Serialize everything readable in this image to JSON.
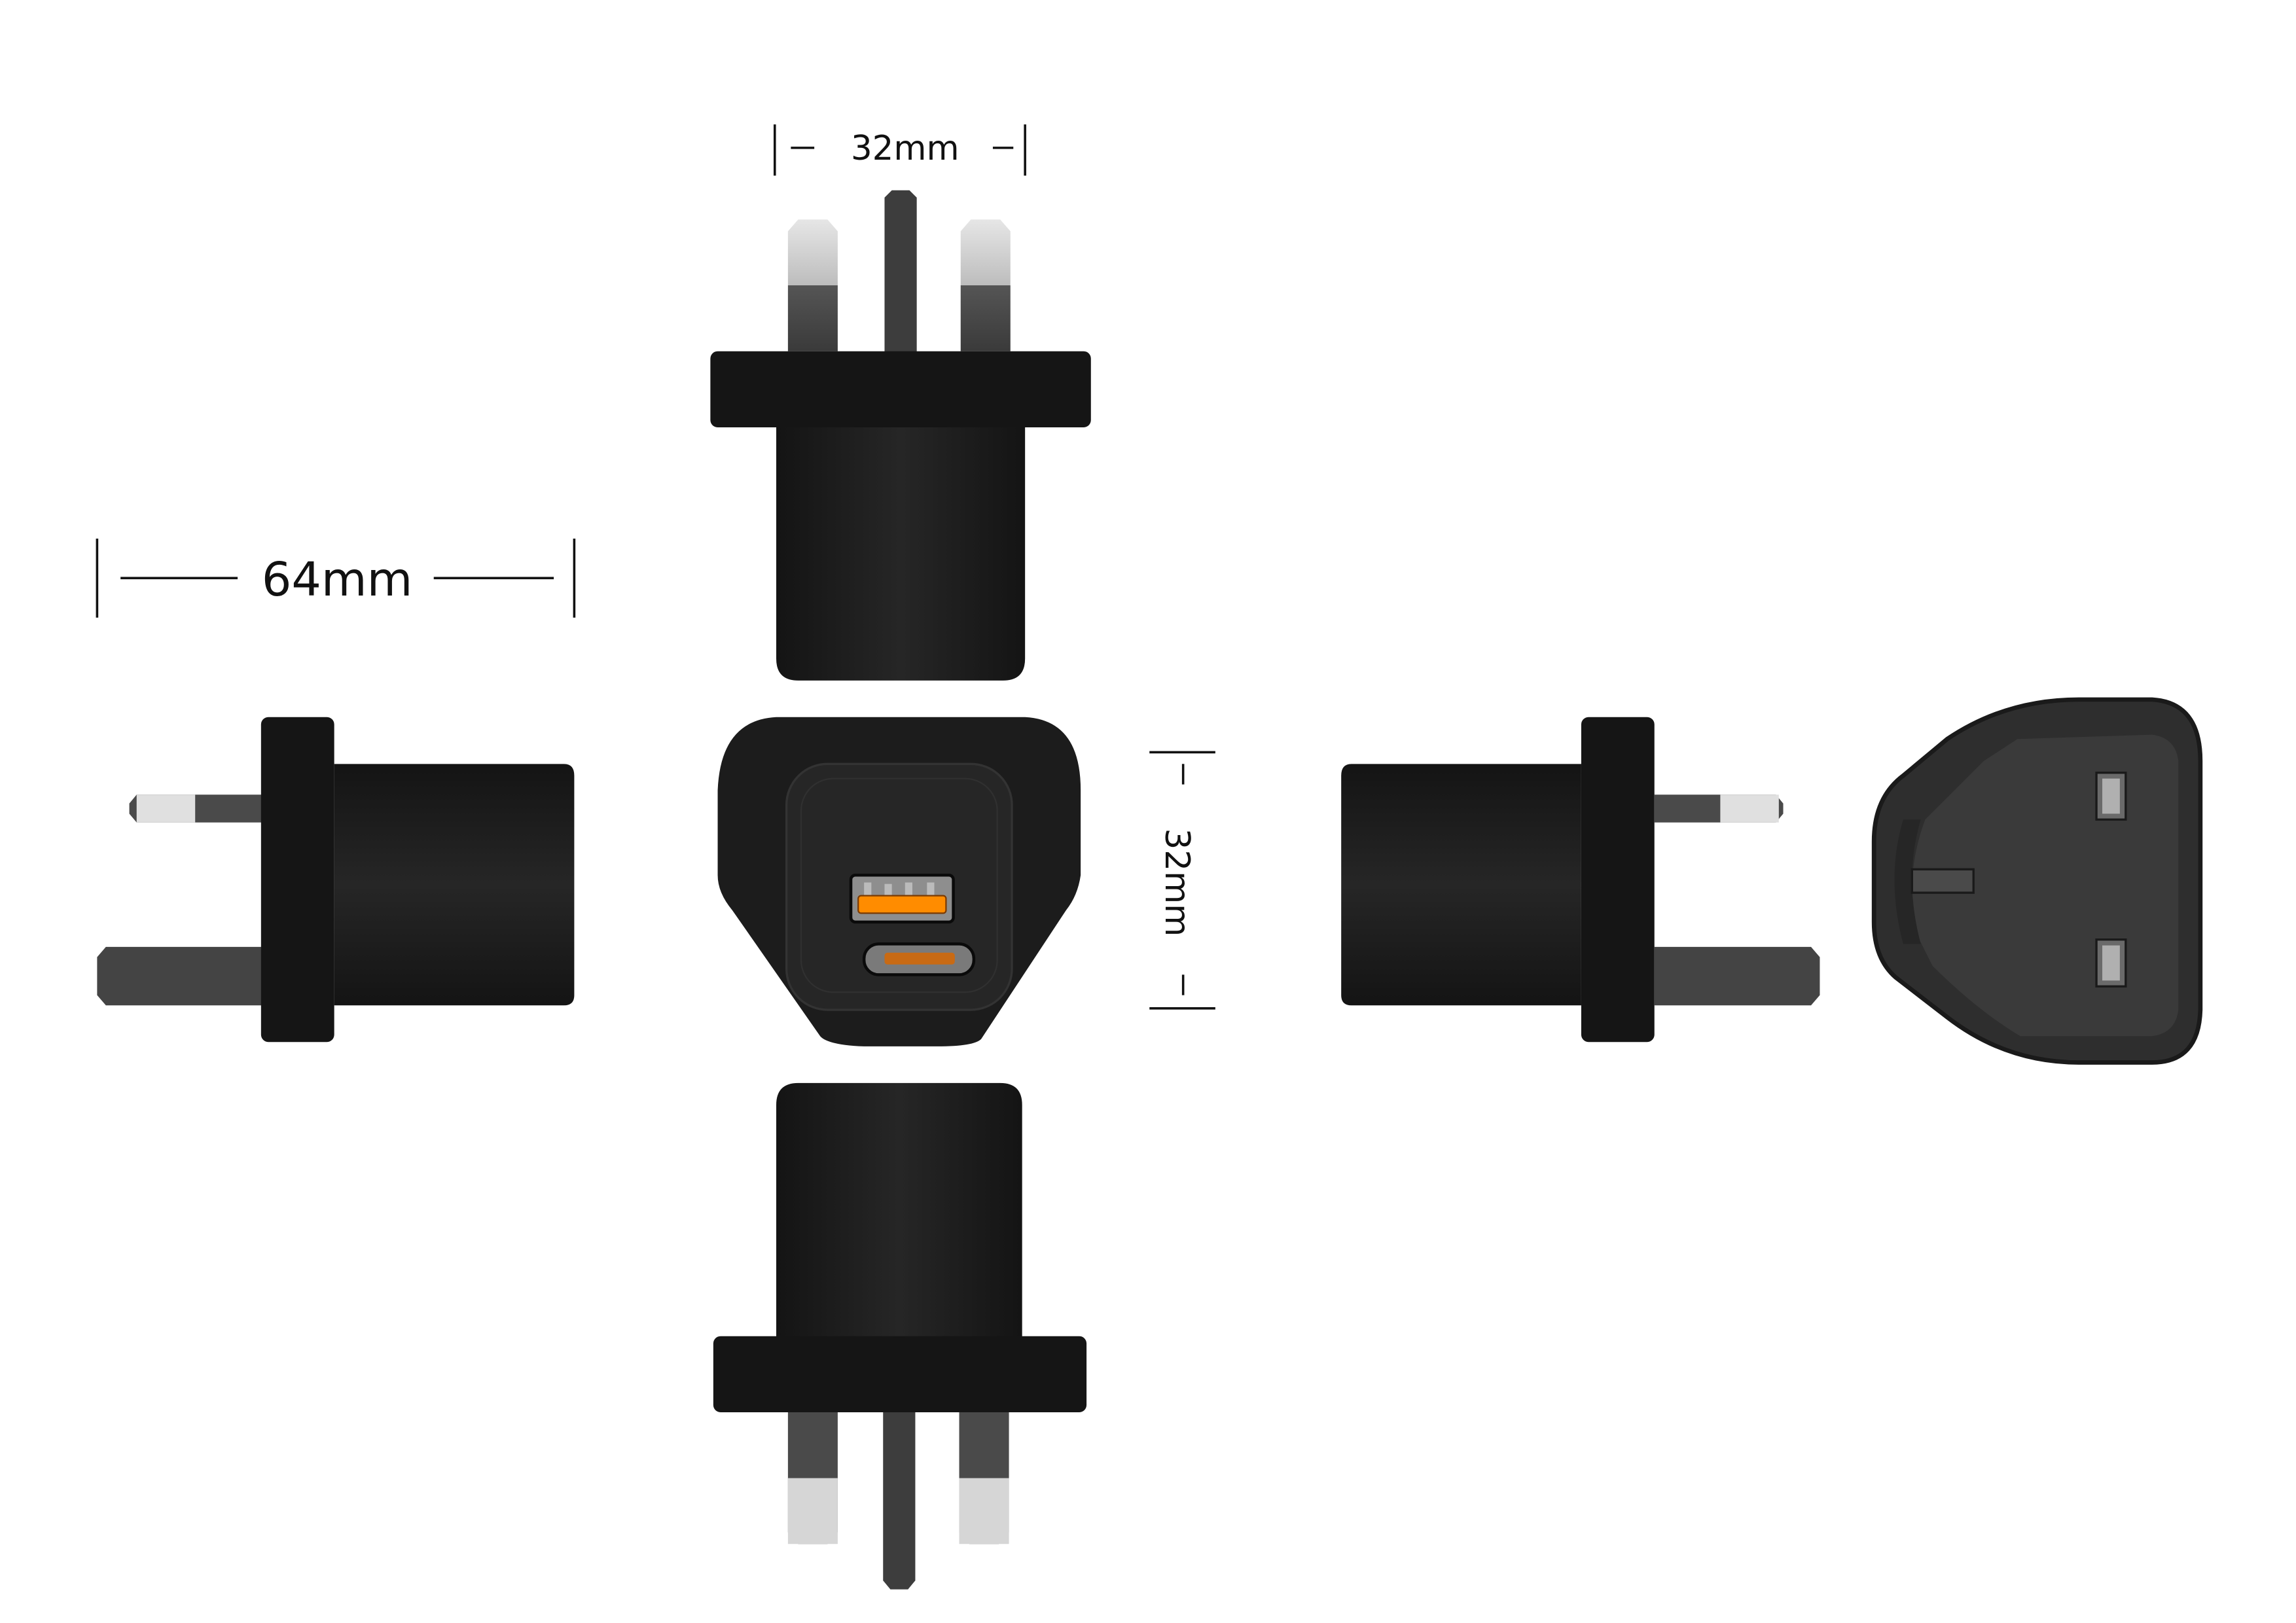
{
  "dimensions": {
    "top_width": "32mm",
    "length": "64mm",
    "face_height": "32mm"
  },
  "colors": {
    "body": "#1b1b1b",
    "face": "#2a2a2a",
    "back_face": "#3a3a3a",
    "pin_dark": "#4a4a4a",
    "pin_light": "#d8d8d8",
    "port_accent": "#ff8c00"
  }
}
